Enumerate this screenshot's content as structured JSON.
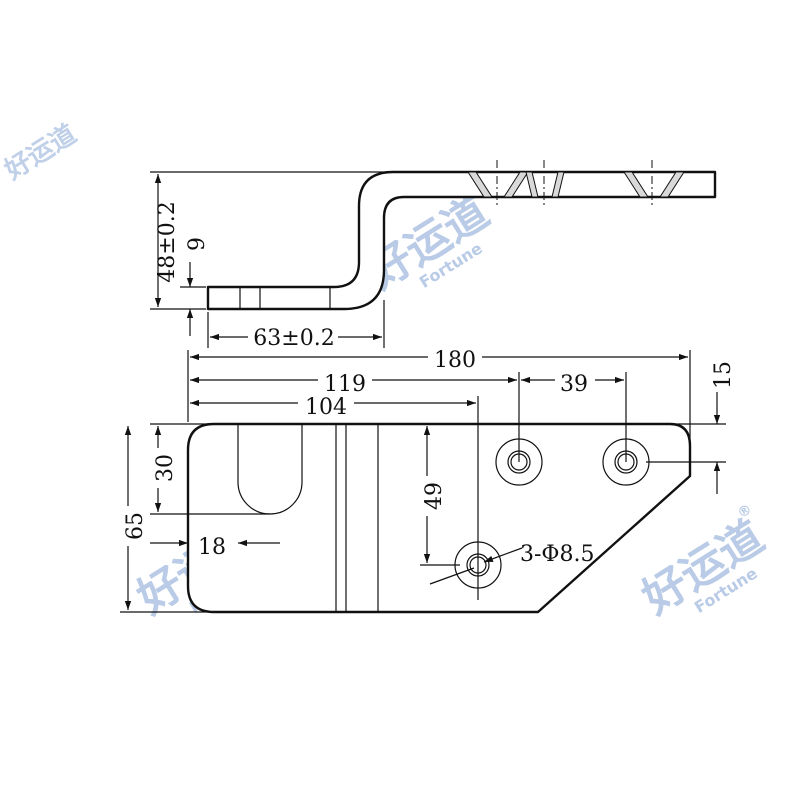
{
  "dimensions": {
    "side_height": "48±0.2",
    "side_flange_thickness": "9",
    "side_offset": "63±0.2",
    "total_length": "180",
    "hole_row_distance": "119",
    "hole_spacing": "39",
    "lower_hole_distance": "104",
    "edge_offset": "15",
    "slot_depth": "30",
    "slot_width": "18",
    "total_height": "65",
    "lower_hole_height": "49",
    "hole_callout": "3-Φ8.5"
  },
  "watermark": {
    "brand_cn": "好运道",
    "brand_en": "Fortune",
    "mark": "®"
  }
}
